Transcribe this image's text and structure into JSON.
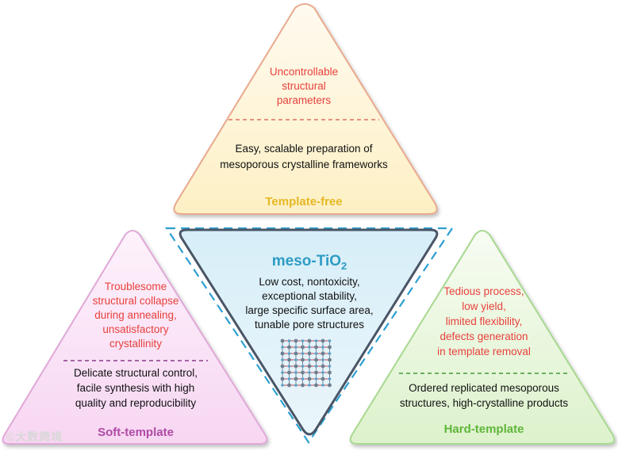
{
  "template_free": {
    "cons": [
      "Uncontrollable",
      "structural",
      "parameters"
    ],
    "pros": [
      "Easy, scalable preparation of",
      "mesoporous crystalline frameworks"
    ],
    "title": "Template-free"
  },
  "center": {
    "title_main": "meso-TiO",
    "title_sub": "2",
    "lines": [
      "Low cost, nontoxicity,",
      "exceptional stability,",
      "large specific surface area,",
      "tunable pore structures"
    ]
  },
  "soft_template": {
    "cons": [
      "Troublesome",
      "structural collapse",
      "during annealing,",
      "unsatisfactory",
      "crystallinity"
    ],
    "pros": [
      "Delicate structural control,",
      "facile synthesis with high",
      "quality and reproducibility"
    ],
    "title": "Soft-template"
  },
  "hard_template": {
    "cons": [
      "Tedious process,",
      "low yield,",
      "limited flexibility,",
      "defects generation",
      "in template removal"
    ],
    "pros": [
      "Ordered replicated mesoporous",
      "structures, high-crystalline products"
    ],
    "title": "Hard-template"
  },
  "watermark": "©大数跨境",
  "colors": {
    "cons_text": "#e8413c",
    "template_free_title": "#e6b825",
    "soft_template_title": "#b04aa6",
    "hard_template_title": "#5fb63a",
    "center_title": "#2e9cc4"
  }
}
